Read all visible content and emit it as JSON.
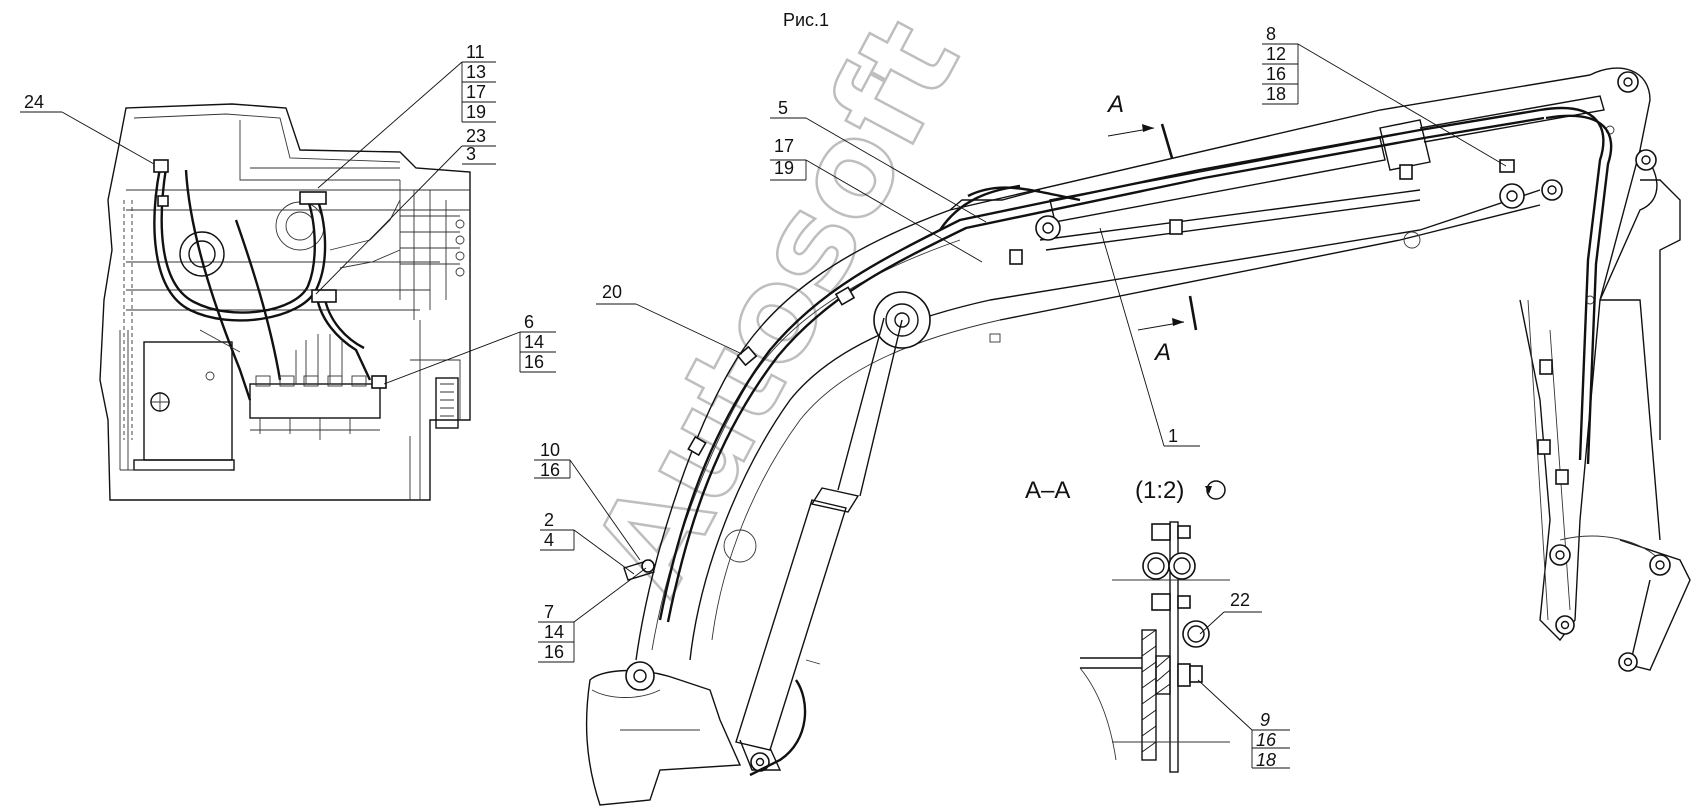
{
  "figure": {
    "title": "Рис.1",
    "watermark": "Autosoft"
  },
  "callouts": {
    "c24": "24",
    "c11": "11",
    "c13": "13",
    "c17a": "17",
    "c19a": "19",
    "c23": "23",
    "c3": "3",
    "c6": "6",
    "c14a": "14",
    "c16a": "16",
    "c5": "5",
    "c17b": "17",
    "c19b": "19",
    "c20": "20",
    "c10": "10",
    "c16b": "16",
    "c2": "2",
    "c4": "4",
    "c7": "7",
    "c14b": "14",
    "c16c": "16",
    "c1": "1",
    "c8": "8",
    "c12": "12",
    "c16d": "16",
    "c18a": "18",
    "c22": "22",
    "c9": "9",
    "c16e": "16",
    "c18b": "18"
  },
  "section": {
    "label": "А–А",
    "scale": "(1:2)",
    "arrow_label_top": "А",
    "arrow_label_bottom": "А"
  }
}
